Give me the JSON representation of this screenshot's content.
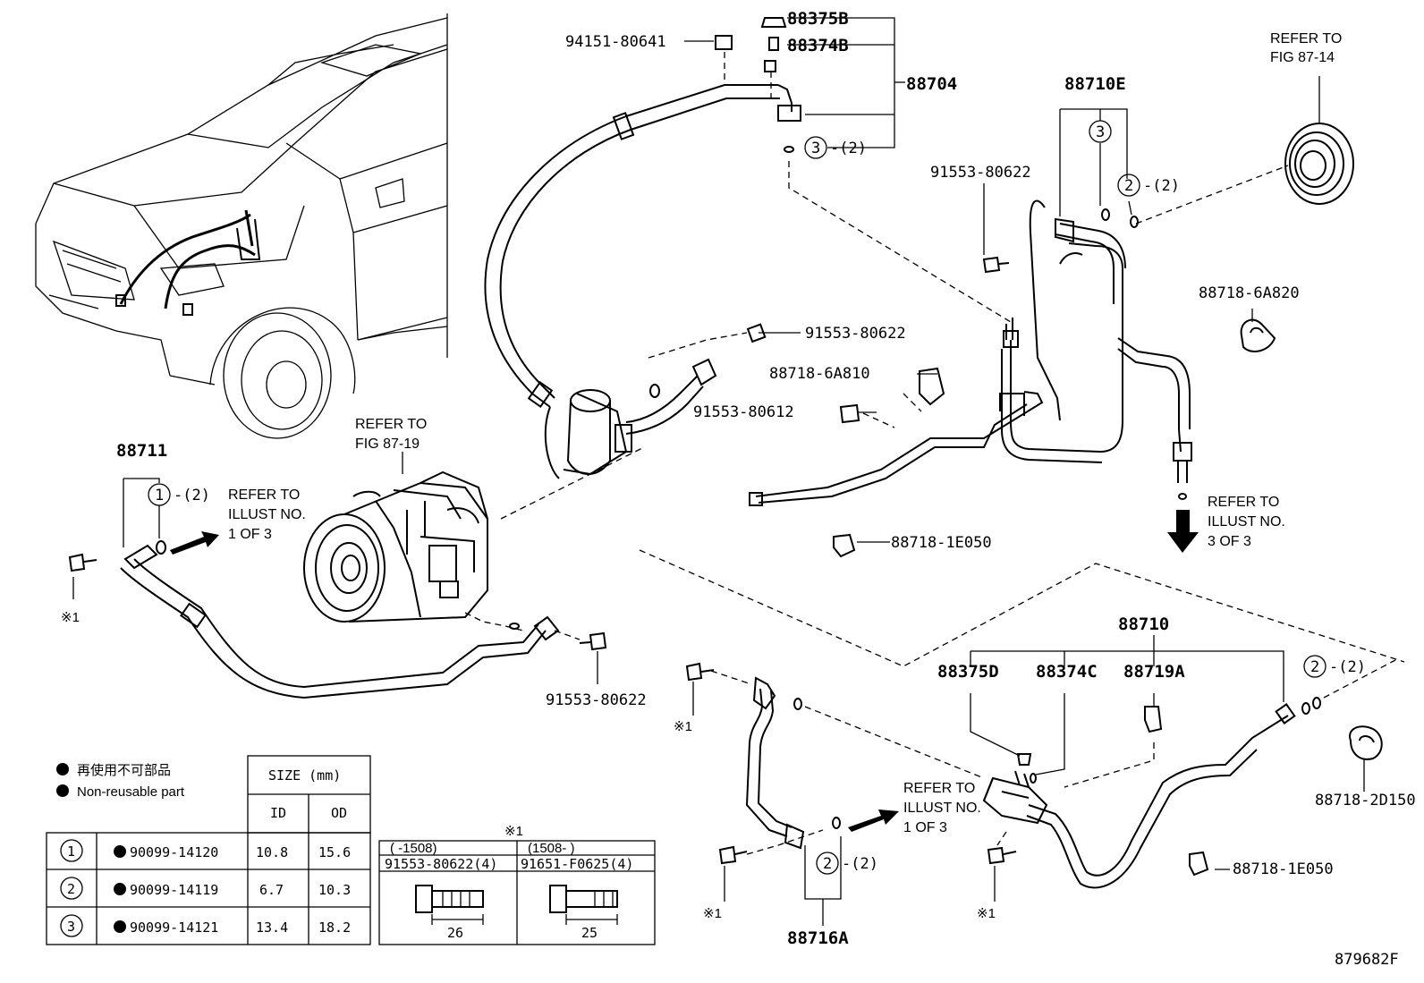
{
  "labels": {
    "p88375B": "88375B",
    "p88374B": "88374B",
    "p94151": "94151-80641",
    "p88704": "88704",
    "p88710E": "88710E",
    "ref_fig_87_14_a": "REFER TO",
    "ref_fig_87_14_b": "FIG 87-14",
    "p91553_80622_a": "91553-80622",
    "p88718_6A820": "88718-6A820",
    "p91553_80622_b": "91553-80622",
    "p88718_6A810": "88718-6A810",
    "p91553_80612": "91553-80612",
    "ref_fig_87_19_a": "REFER TO",
    "ref_fig_87_19_b": "FIG 87-19",
    "p88711": "88711",
    "ref_illust1_a": "REFER TO",
    "ref_illust1_b": "ILLUST NO.",
    "ref_illust1_c": "1 OF 3",
    "ref_illust3_a": "REFER TO",
    "ref_illust3_b": "ILLUST NO.",
    "ref_illust3_c": "3 OF 3",
    "p88718_1E050_a": "88718-1E050",
    "p91553_80622_c": "91553-80622",
    "p88710": "88710",
    "p88375D": "88375D",
    "p88374C": "88374C",
    "p88719A": "88719A",
    "ref_illust1b_a": "REFER TO",
    "ref_illust1b_b": "ILLUST NO.",
    "ref_illust1b_c": "1 OF 3",
    "p88718_2D150": "88718-2D150",
    "p88718_1E050_b": "88718-1E050",
    "p88716A": "88716A",
    "note_x1_a": "※1",
    "note_x1_b": "※1",
    "note_x1_c": "※1",
    "note_x1_d": "※1",
    "note_x1_table": "※1",
    "diagram_id": "879682F",
    "circ1": "1",
    "circ2": "2",
    "circ3": "3",
    "qty2": "-(2)"
  },
  "legend": {
    "jp": "再使用不可部品",
    "en": "Non-reusable part"
  },
  "oring_table": {
    "size_header": "SIZE (mm)",
    "col_id": "ID",
    "col_od": "OD",
    "rows": [
      {
        "num": "1",
        "part": "90099-14120",
        "id": "10.8",
        "od": "15.6"
      },
      {
        "num": "2",
        "part": "90099-14119",
        "id": "6.7",
        "od": "10.3"
      },
      {
        "num": "3",
        "part": "90099-14121",
        "id": "13.4",
        "od": "18.2"
      }
    ]
  },
  "bolt_table": {
    "col1_range": "(    -1508)",
    "col2_range": "(1508-     )",
    "col1_part": "91553-80622(4)",
    "col2_part": "91651-F0625(4)",
    "col1_len": "26",
    "col2_len": "25"
  }
}
